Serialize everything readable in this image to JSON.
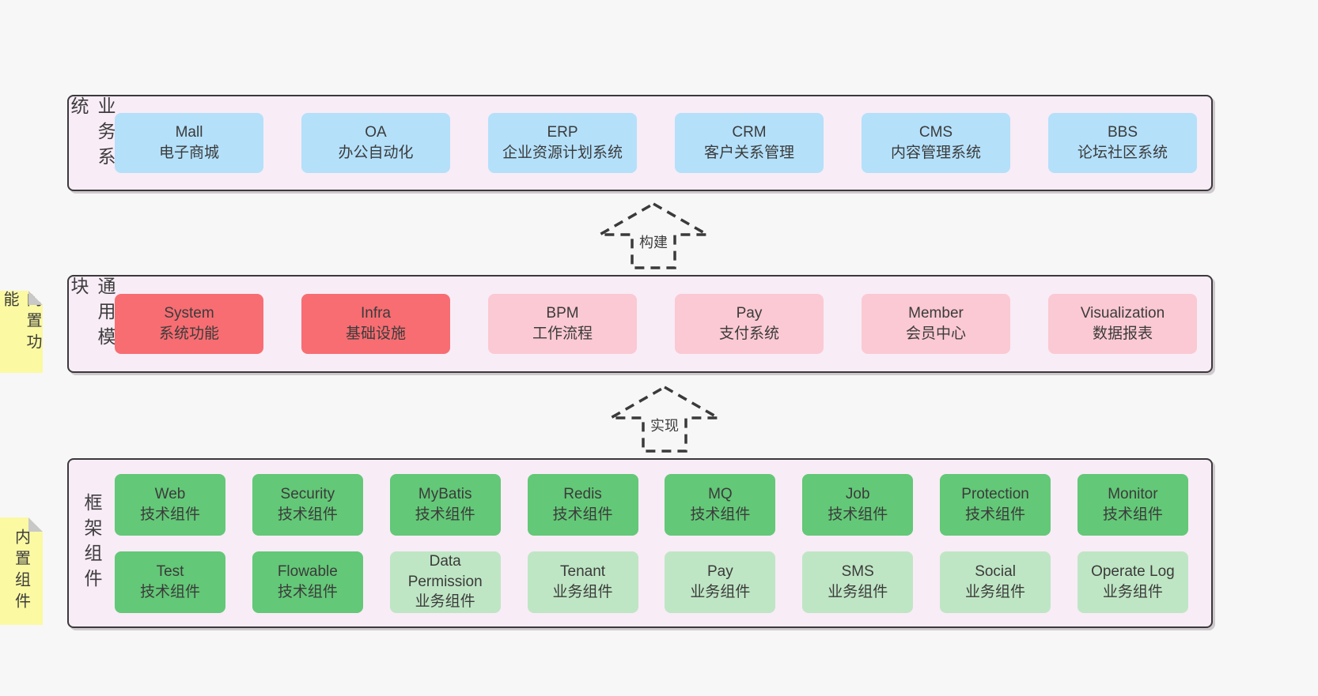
{
  "colors": {
    "page_bg": "#f7f7f8",
    "container_fill": "#f8ecf6",
    "container_border": "#3a3a3a",
    "blue_box": "#b4e0fa",
    "red_box": "#f76d72",
    "pink_box": "#fbc9d3",
    "green_box": "#63c877",
    "light_green_box": "#bfe6c4",
    "note_yellow": "#fbf9a2",
    "note_fold_gray": "#c8c8c8",
    "text": "#3d3d3d"
  },
  "arrows": [
    {
      "label": "构建"
    },
    {
      "label": "实现"
    }
  ],
  "layers": [
    {
      "label": "业务系统",
      "boxes": [
        {
          "name": "Mall",
          "desc": "电子商城"
        },
        {
          "name": "OA",
          "desc": "办公自动化"
        },
        {
          "name": "ERP",
          "desc": "企业资源计划系统"
        },
        {
          "name": "CRM",
          "desc": "客户关系管理"
        },
        {
          "name": "CMS",
          "desc": "内容管理系统"
        },
        {
          "name": "BBS",
          "desc": "论坛社区系统"
        }
      ]
    },
    {
      "label": "通用模块",
      "note": "内置功能",
      "boxes": [
        {
          "name": "System",
          "desc": "系统功能"
        },
        {
          "name": "Infra",
          "desc": "基础设施"
        },
        {
          "name": "BPM",
          "desc": "工作流程"
        },
        {
          "name": "Pay",
          "desc": "支付系统"
        },
        {
          "name": "Member",
          "desc": "会员中心"
        },
        {
          "name": "Visualization",
          "desc": "数据报表"
        }
      ]
    },
    {
      "label": "框架组件",
      "note": "内置组件",
      "boxes": [
        {
          "name": "Web",
          "desc": "技术组件"
        },
        {
          "name": "Security",
          "desc": "技术组件"
        },
        {
          "name": "MyBatis",
          "desc": "技术组件"
        },
        {
          "name": "Redis",
          "desc": "技术组件"
        },
        {
          "name": "MQ",
          "desc": "技术组件"
        },
        {
          "name": "Job",
          "desc": "技术组件"
        },
        {
          "name": "Protection",
          "desc": "技术组件"
        },
        {
          "name": "Monitor",
          "desc": "技术组件"
        },
        {
          "name": "Test",
          "desc": "技术组件"
        },
        {
          "name": "Flowable",
          "desc": "技术组件"
        },
        {
          "name": "Data Permission",
          "desc": "业务组件"
        },
        {
          "name": "Tenant",
          "desc": "业务组件"
        },
        {
          "name": "Pay",
          "desc": "业务组件"
        },
        {
          "name": "SMS",
          "desc": "业务组件"
        },
        {
          "name": "Social",
          "desc": "业务组件"
        },
        {
          "name": "Operate Log",
          "desc": "业务组件"
        }
      ]
    }
  ]
}
